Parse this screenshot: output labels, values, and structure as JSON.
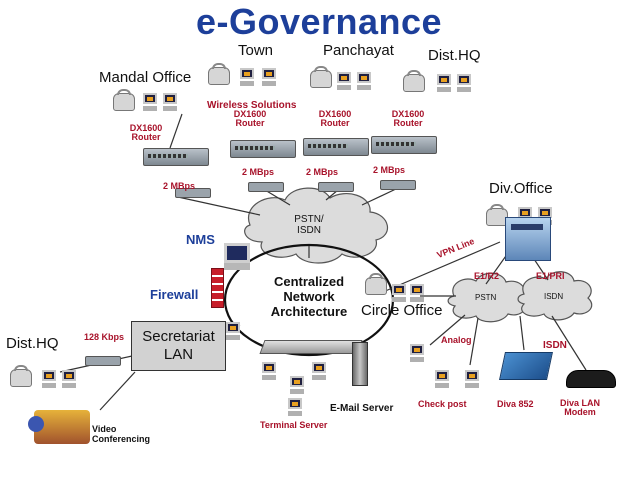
{
  "title": "e-Governance",
  "places": {
    "town": "Town",
    "panchayat": "Panchayat",
    "dist_hq_top": "Dist.HQ",
    "mandal_office": "Mandal Office",
    "div_office": "Div.Office",
    "circle_office": "Circle Office",
    "dist_hq_left": "Dist.HQ"
  },
  "routers": [
    {
      "label": "DX1600 Router"
    },
    {
      "label": "DX1600 Router"
    },
    {
      "label": "DX1600 Router"
    },
    {
      "label": "DX1600 Router"
    }
  ],
  "links": {
    "wireless": "Wireless Solutions",
    "mbps_1": "2 MBps",
    "mbps_2": "2 MBps",
    "mbps_3": "2 MBps",
    "mbps_4": "2 MBps",
    "kbps_128": "128 Kbps",
    "vpn": "VPN Line",
    "e1r2": "E1/R2",
    "e1pri": "E1/PRI",
    "analog": "Analog",
    "isdn": "ISDN"
  },
  "clouds": {
    "pstn_isdn": "PSTN/ ISDN",
    "pstn": "PSTN",
    "isdn": "ISDN"
  },
  "core": {
    "center": "Centralized Network Architecture",
    "nms": "NMS",
    "firewall": "Firewall",
    "secretariat_1": "Secretariat",
    "secretariat_2": "LAN"
  },
  "devices": {
    "email_server": "E-Mail Server",
    "terminal_server": "Terminal Server",
    "check_post": "Check post",
    "diva_852": "Diva 852",
    "diva_lan_modem": "Diva LAN Modem",
    "video_conferencing": "Video Conferencing"
  },
  "colors": {
    "title": "#1d3f9a",
    "red_label": "#a8122a",
    "cloud": "#dcdcdc"
  }
}
